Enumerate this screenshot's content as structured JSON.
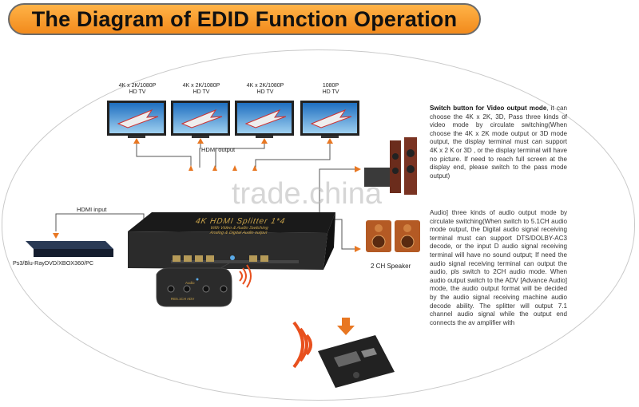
{
  "title": "The Diagram of EDID Function Operation",
  "tvs": [
    {
      "line1": "4K x 2K/1080P",
      "line2": "HD TV"
    },
    {
      "line1": "4K x 2K/1080P",
      "line2": "HD TV"
    },
    {
      "line1": "4K x 2K/1080P",
      "line2": "HD TV"
    },
    {
      "line1": "1080P",
      "line2": "HD TV"
    }
  ],
  "hdmi_output": "HDMI output",
  "hdmi_input": "HDMI input",
  "source_device": "Ps3/Blu-RayDVD/XBOX360/PC",
  "speaker_label": "2 CH  Speaker",
  "device": {
    "name": "4K HDMI Splitter 1*4",
    "sub1": "With Video & Audio Switching",
    "sub2": "Analog & Digital Audio output"
  },
  "panel_labels": {
    "audio": "Audio",
    "row": "RE5.1CH ADV"
  },
  "watermark": "trade.china",
  "paragraph1": {
    "bold": "Switch button for Video output mode",
    "text": ", it can choose the  4K x 2K, 3D, Pass three kinds of video mode by circulate switching(When choose the 4K x 2K mode output or 3D mode output, the display terminal must can support 4K x 2 K or 3D , or the display terminal will have no picture. If need to reach full screen at the display end, please switch to the pass mode output)"
  },
  "paragraph2": "Audio] three kinds of audio output mode by circulate switching(When switch to  5.1CH audio mode output, the Digital  audio signal receiving terminal must can support DTS/DOLBY-AC3 decode, or the input  D audio signal receiving terminal will have no sound output; If need the audio signal receiving terminal can output the audio, pls switch to 2CH audio mode. When audio output switch to the ADV [Advance Audio] mode, the audio output format will be decided by the audio signal receiving machine audio decode ability. The splitter will output 7.1 channel audio signal while the output end connects the av amplifier with",
  "colors": {
    "banner": "#f7941d",
    "arrow": "#e87722",
    "signal": "#e8501e"
  }
}
